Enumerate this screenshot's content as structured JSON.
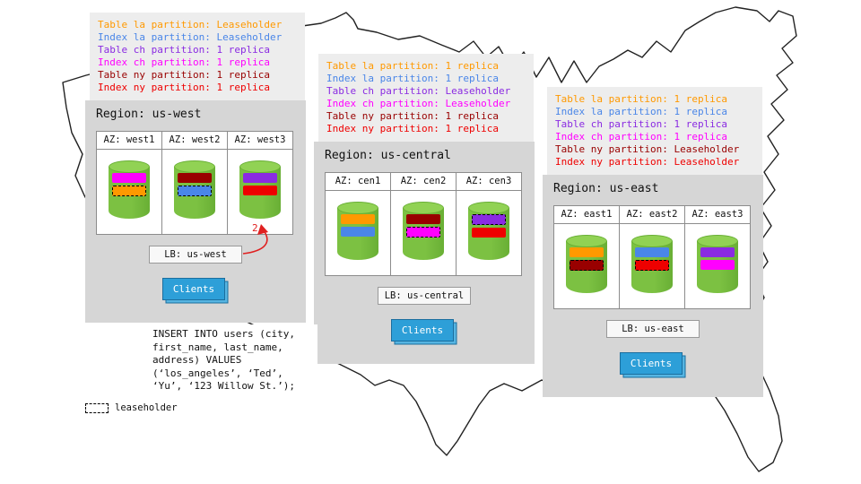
{
  "palette": {
    "panel_gray": "#d6d6d6",
    "legend_gray": "#ededed",
    "box_border": "#8c8c8c",
    "cylinder_green": "#7cc142",
    "cylinder_top_green": "#91d254",
    "cylinder_dark_green": "#69af35",
    "clients_blue": "#2d9fd8",
    "clients_border": "#1b6e9e",
    "arrow_red": "#e02020",
    "map_stroke": "#222222"
  },
  "regions": [
    {
      "key": "us-west",
      "title": "Region: us-west",
      "lb": "LB: us-west",
      "clients": "Clients",
      "legend": [
        {
          "text": "Table la partition: Leaseholder",
          "color": "#ff9900"
        },
        {
          "text": "Index la partition: Leaseholder",
          "color": "#4a86e8"
        },
        {
          "text": "Table ch partition: 1 replica",
          "color": "#8a2be2"
        },
        {
          "text": "Index ch partition: 1 replica",
          "color": "#ff00ff"
        },
        {
          "text": "Table ny partition: 1 replica",
          "color": "#990000"
        },
        {
          "text": "Index ny partition: 1 replica",
          "color": "#ee0000"
        }
      ],
      "azs": [
        {
          "label": "AZ: west1",
          "bars": [
            {
              "color": "#ff00ff",
              "dashed": false
            },
            {
              "color": "#ff9900",
              "dashed": true
            }
          ]
        },
        {
          "label": "AZ: west2",
          "bars": [
            {
              "color": "#990000",
              "dashed": false
            },
            {
              "color": "#4a86e8",
              "dashed": true
            }
          ]
        },
        {
          "label": "AZ: west3",
          "bars": [
            {
              "color": "#8a2be2",
              "dashed": false
            },
            {
              "color": "#ee0000",
              "dashed": false
            }
          ]
        }
      ]
    },
    {
      "key": "us-central",
      "title": "Region: us-central",
      "lb": "LB: us-central",
      "clients": "Clients",
      "legend": [
        {
          "text": "Table la partition: 1 replica",
          "color": "#ff9900"
        },
        {
          "text": "Index la partition: 1 replica",
          "color": "#4a86e8"
        },
        {
          "text": "Table ch partition: Leaseholder",
          "color": "#8a2be2"
        },
        {
          "text": "Index ch partition: Leaseholder",
          "color": "#ff00ff"
        },
        {
          "text": "Table ny partition: 1 replica",
          "color": "#990000"
        },
        {
          "text": "Index ny partition: 1 replica",
          "color": "#ee0000"
        }
      ],
      "azs": [
        {
          "label": "AZ: cen1",
          "bars": [
            {
              "color": "#ff9900",
              "dashed": false
            },
            {
              "color": "#4a86e8",
              "dashed": false
            }
          ]
        },
        {
          "label": "AZ: cen2",
          "bars": [
            {
              "color": "#990000",
              "dashed": false
            },
            {
              "color": "#ff00ff",
              "dashed": true
            }
          ]
        },
        {
          "label": "AZ: cen3",
          "bars": [
            {
              "color": "#8a2be2",
              "dashed": true
            },
            {
              "color": "#ee0000",
              "dashed": false
            }
          ]
        }
      ]
    },
    {
      "key": "us-east",
      "title": "Region: us-east",
      "lb": "LB: us-east",
      "clients": "Clients",
      "legend": [
        {
          "text": "Table la partition: 1 replica",
          "color": "#ff9900"
        },
        {
          "text": "Index la partition: 1 replica",
          "color": "#4a86e8"
        },
        {
          "text": "Table ch partition: 1 replica",
          "color": "#8a2be2"
        },
        {
          "text": "Index ch partition: 1 replica",
          "color": "#ff00ff"
        },
        {
          "text": "Table ny partition: Leaseholder",
          "color": "#990000"
        },
        {
          "text": "Index ny partition: Leaseholder",
          "color": "#ee0000"
        }
      ],
      "azs": [
        {
          "label": "AZ: east1",
          "bars": [
            {
              "color": "#ff9900",
              "dashed": false
            },
            {
              "color": "#990000",
              "dashed": true
            }
          ]
        },
        {
          "label": "AZ: east2",
          "bars": [
            {
              "color": "#4a86e8",
              "dashed": false
            },
            {
              "color": "#ee0000",
              "dashed": true
            }
          ]
        },
        {
          "label": "AZ: east3",
          "bars": [
            {
              "color": "#8a2be2",
              "dashed": false
            },
            {
              "color": "#ff00ff",
              "dashed": false
            }
          ]
        }
      ]
    }
  ],
  "sql": {
    "lines": [
      "INSERT INTO users (city,",
      "first_name, last_name,",
      "address) VALUES",
      "(‘los_angeles’, ‘Ted’,",
      "‘Yu’, ‘123 Willow St.’);"
    ]
  },
  "annotation": {
    "label": "2",
    "color": "#e02020"
  },
  "footer": {
    "label": "leaseholder"
  }
}
